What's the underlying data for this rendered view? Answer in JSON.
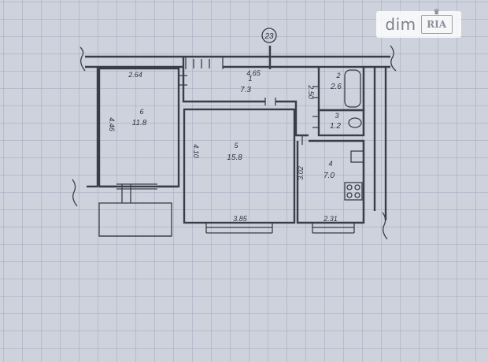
{
  "axis_marker": "23",
  "rooms": [
    {
      "id": "1",
      "area": "7.3"
    },
    {
      "id": "2",
      "area": "2.6"
    },
    {
      "id": "3",
      "area": "1.2"
    },
    {
      "id": "4",
      "area": "7.0"
    },
    {
      "id": "5",
      "area": "15.8"
    },
    {
      "id": "6",
      "area": "11.8"
    }
  ],
  "dimensions": [
    "2.64",
    "4.65",
    "4.46",
    "4.10",
    "2.50",
    "3.02",
    "3.85",
    "2.31"
  ],
  "watermark": {
    "brand": "dim",
    "badge": "RIA",
    "badge_icon": "crown-icon"
  },
  "colors": {
    "line": "#3a3d48",
    "paper": "#cdd2dc"
  }
}
